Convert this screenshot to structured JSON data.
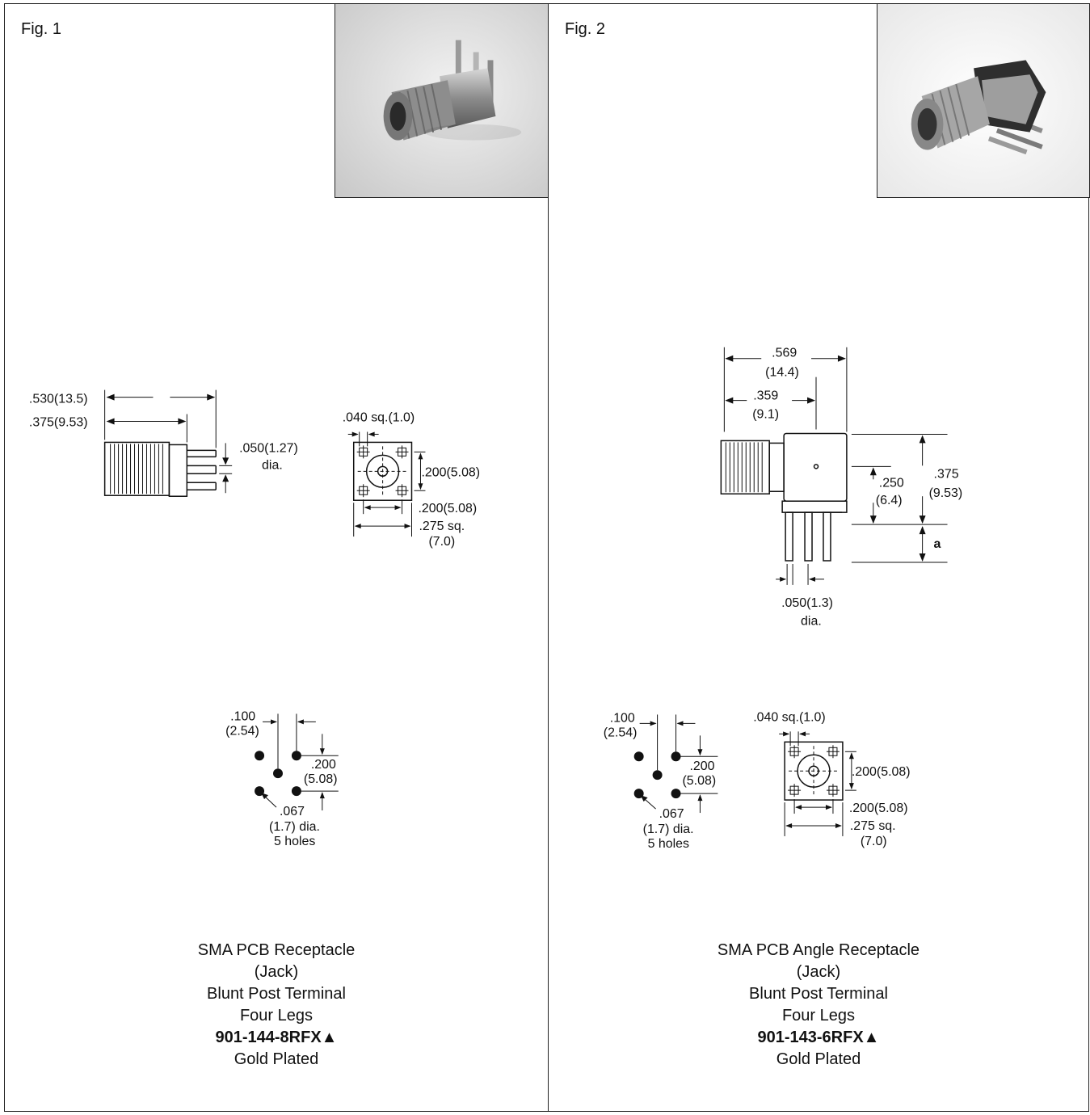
{
  "panels": [
    {
      "fig_label": "Fig. 1",
      "photo": "SMA PCB straight receptacle product photo",
      "dims": {
        "d530": ".530(13.5)",
        "d375": ".375(9.53)",
        "d050a": ".050(1.27)",
        "d050b": "dia.",
        "d040": ".040 sq.(1.0)",
        "d200a": ".200(5.08)",
        "d200b": ".200(5.08)",
        "d275a": ".275 sq.",
        "d275b": "(7.0)",
        "h100a": ".100",
        "h100b": "(2.54)",
        "h200a": ".200",
        "h200b": "(5.08)",
        "h067a": ".067",
        "h067b": "(1.7) dia.",
        "h067c": "5 holes"
      },
      "caption": {
        "line1": "SMA PCB Receptacle",
        "line2": "(Jack)",
        "line3": "Blunt Post Terminal",
        "line4": "Four Legs",
        "part_number": "901-144-8RFX▲",
        "line6": "Gold Plated"
      }
    },
    {
      "fig_label": "Fig. 2",
      "photo": "SMA PCB angle receptacle product photo",
      "dims": {
        "d569a": ".569",
        "d569b": "(14.4)",
        "d359a": ".359",
        "d359b": "(9.1)",
        "d250a": ".250",
        "d250b": "(6.4)",
        "d375a": ".375",
        "d375b": "(9.53)",
        "da": "a",
        "d050a": ".050(1.3)",
        "d050b": "dia.",
        "h100a": ".100",
        "h100b": "(2.54)",
        "h200a": ".200",
        "h200b": "(5.08)",
        "h067a": ".067",
        "h067b": "(1.7) dia.",
        "h067c": "5 holes",
        "f040": ".040 sq.(1.0)",
        "f200a": ".200(5.08)",
        "f200b": ".200(5.08)",
        "f275a": ".275 sq.",
        "f275b": "(7.0)"
      },
      "caption": {
        "line1": "SMA PCB Angle Receptacle",
        "line2": "(Jack)",
        "line3": "Blunt Post Terminal",
        "line4": "Four Legs",
        "part_number": "901-143-6RFX▲",
        "line6": "Gold Plated"
      }
    }
  ]
}
